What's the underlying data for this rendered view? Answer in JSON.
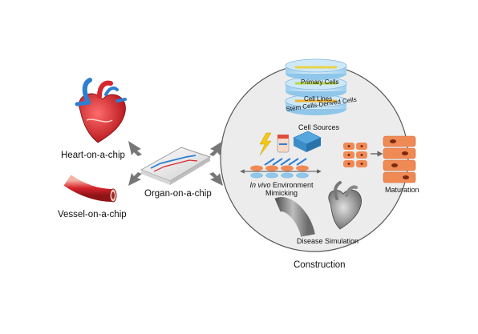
{
  "left_panel": {
    "heart_label": "Heart-on-a-chip",
    "vessel_label": "Vessel-on-a-chip"
  },
  "center": {
    "chip_label": "Organ-on-a-chip"
  },
  "construction": {
    "title": "Construction",
    "cell_sources": {
      "title": "Cell Sources",
      "layers": [
        "Primary Cells",
        "Cell Lines",
        "Stem Cells-Derived Cells"
      ]
    },
    "environment": {
      "label_italic": "In vivo",
      "label_rest": " Environment",
      "label_line2": "Mimicking"
    },
    "maturation_label": "Maturation",
    "disease_label": "Disease Simulation"
  },
  "colors": {
    "heart_red": "#d7262c",
    "vessel_blue": "#2f7fd1",
    "circle_fill": "#ececec",
    "cell_orange": "#f08a55",
    "dish_blue": "#8fc6ea"
  },
  "icons": [
    "heart-icon",
    "vessel-icon",
    "chip-icon",
    "arrow-icon",
    "petri-dish-icon",
    "lightning-icon",
    "tube-icon",
    "scaffold-icon",
    "cell-icon",
    "heart-gray-icon"
  ]
}
